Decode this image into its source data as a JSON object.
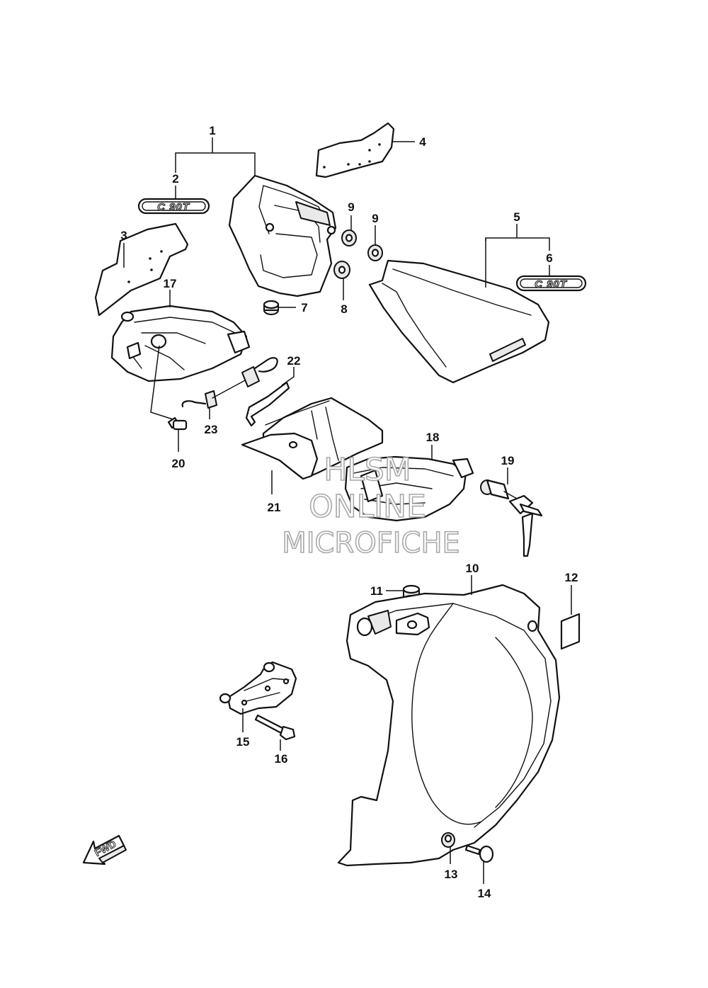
{
  "callouts": [
    {
      "id": "c1",
      "text": "1"
    },
    {
      "id": "c2",
      "text": "2"
    },
    {
      "id": "c3",
      "text": "3"
    },
    {
      "id": "c4",
      "text": "4"
    },
    {
      "id": "c5",
      "text": "5"
    },
    {
      "id": "c6",
      "text": "6"
    },
    {
      "id": "c7",
      "text": "7"
    },
    {
      "id": "c8",
      "text": "8"
    },
    {
      "id": "c9a",
      "text": "9"
    },
    {
      "id": "c9b",
      "text": "9"
    },
    {
      "id": "c10",
      "text": "10"
    },
    {
      "id": "c11",
      "text": "11"
    },
    {
      "id": "c12",
      "text": "12"
    },
    {
      "id": "c13",
      "text": "13"
    },
    {
      "id": "c14",
      "text": "14"
    },
    {
      "id": "c15",
      "text": "15"
    },
    {
      "id": "c16",
      "text": "16"
    },
    {
      "id": "c17",
      "text": "17"
    },
    {
      "id": "c18",
      "text": "18"
    },
    {
      "id": "c19",
      "text": "19"
    },
    {
      "id": "c20",
      "text": "20"
    },
    {
      "id": "c21",
      "text": "21"
    },
    {
      "id": "c22",
      "text": "22"
    },
    {
      "id": "c23",
      "text": "23"
    }
  ],
  "emblems": {
    "left": "C 90T",
    "right": "C 90T"
  },
  "fwd_arrow": "FWD",
  "watermark": {
    "line1": "HLSM",
    "line2": "ONLINE",
    "line3": "MICROFICHE"
  }
}
